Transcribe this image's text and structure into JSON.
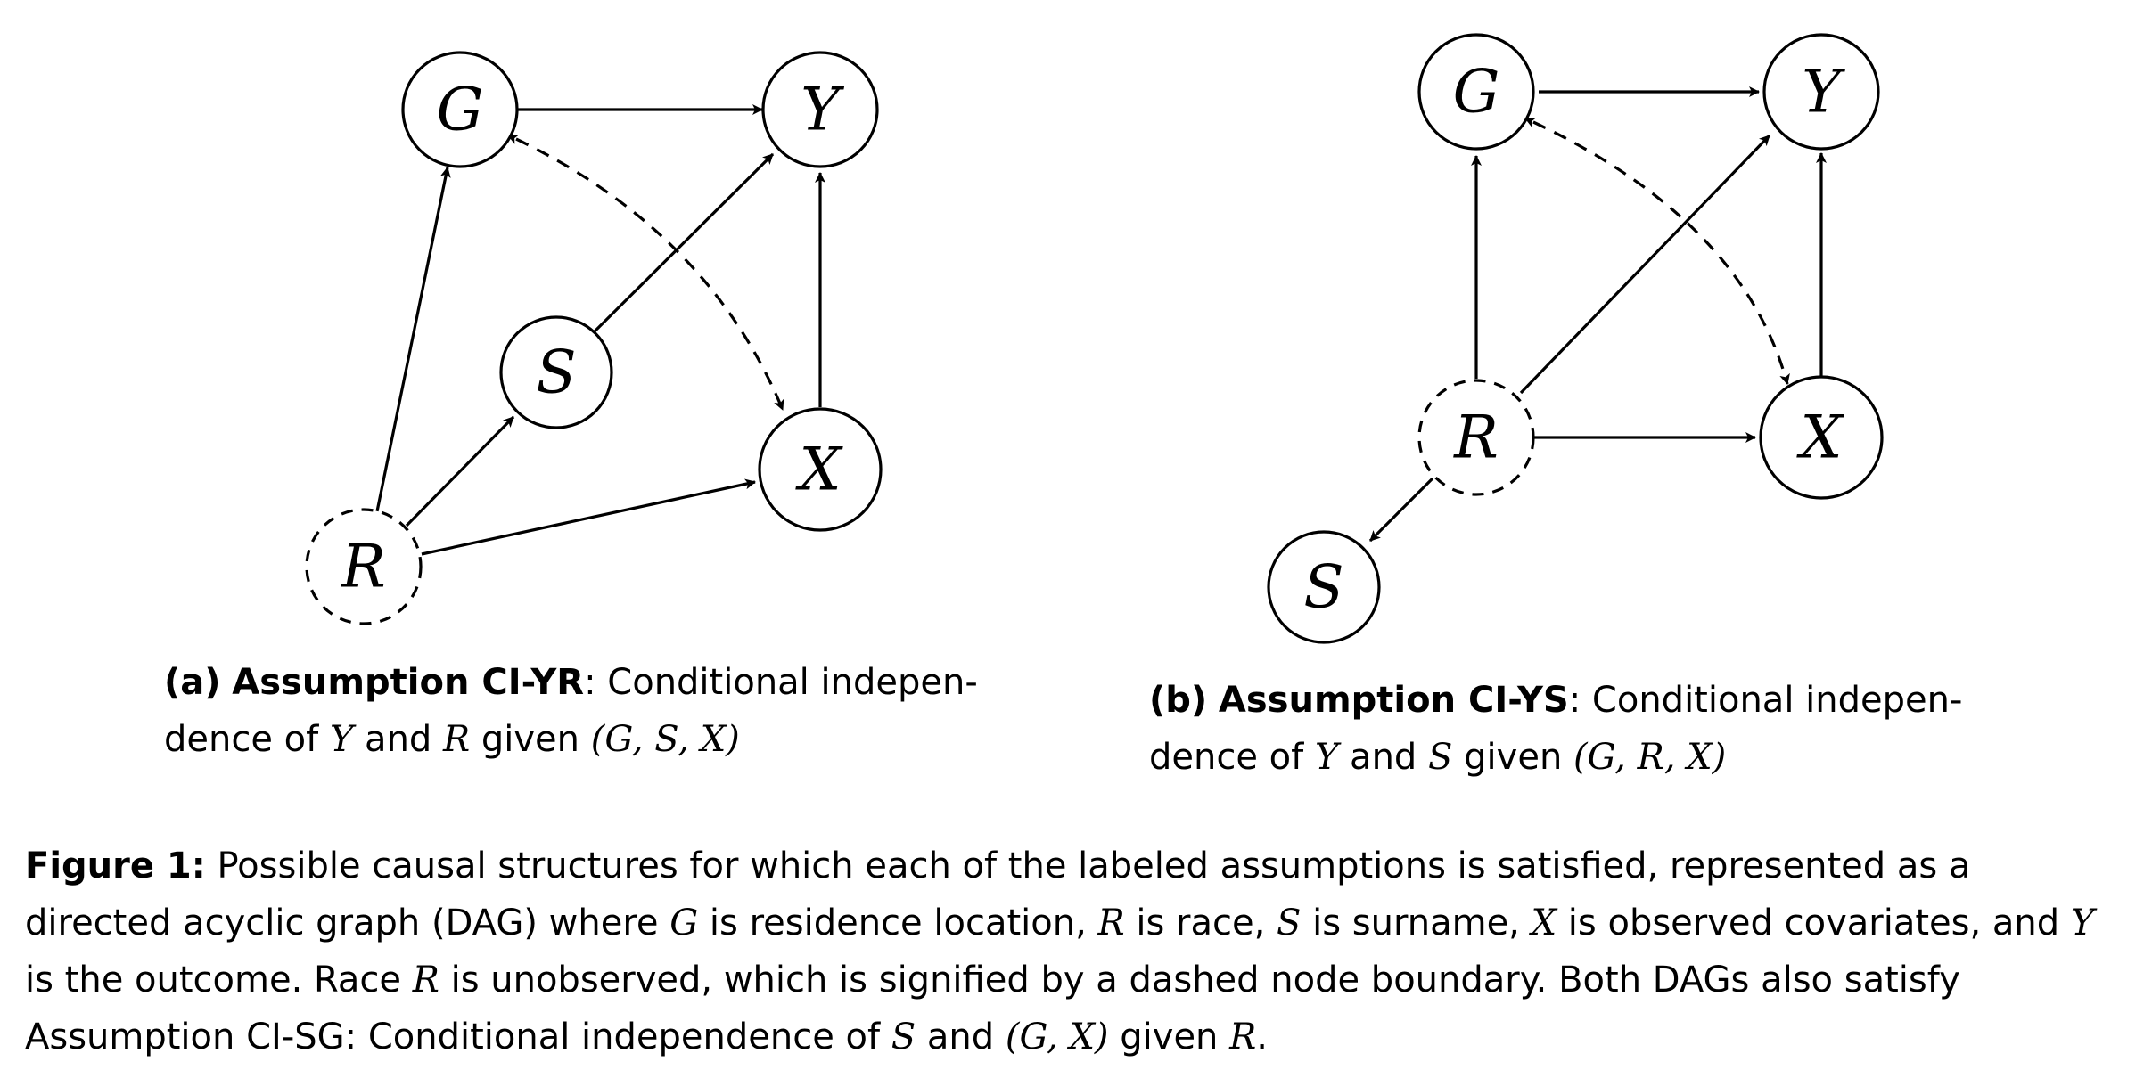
{
  "diagram_a": {
    "nodes": {
      "G": "G",
      "Y": "Y",
      "S": "S",
      "X": "X",
      "R": "R"
    },
    "caption": {
      "label": "(a)",
      "assumption": "Assumption CI-YR",
      "text_1": ": Conditional indepen-",
      "text_2": "dence of ",
      "var_1": "Y",
      "and": " and ",
      "var_2": "R",
      "given": " given ",
      "cond": "(G, S, X)"
    }
  },
  "diagram_b": {
    "nodes": {
      "G": "G",
      "Y": "Y",
      "R": "R",
      "X": "X",
      "S": "S"
    },
    "caption": {
      "label": "(b)",
      "assumption": "Assumption CI-YS",
      "text_1": ": Conditional indepen-",
      "text_2": "dence of ",
      "var_1": "Y",
      "and": " and ",
      "var_2": "S",
      "given": " given ",
      "cond": "(G, R, X)"
    }
  },
  "figure_caption": {
    "label": "Figure 1:",
    "t1": " Possible causal structures for which each of the labeled assumptions is satisfied, represented as a directed acyclic graph (DAG) where ",
    "G": "G",
    "t2": " is residence location, ",
    "R": "R",
    "t3": " is race, ",
    "S": "S",
    "t4": " is surname, ",
    "X": "X",
    "t5": " is observed covariates, and ",
    "Y": "Y",
    "t6": " is the outcome. Race ",
    "R2": "R",
    "t7": " is unobserved, which is signified by a dashed node boundary. Both DAGs also satisfy Assumption CI-SG: Conditional independence of ",
    "S2": "S",
    "t8": " and ",
    "cond": "(G, X)",
    "t9": " given ",
    "R3": "R",
    "t10": "."
  }
}
